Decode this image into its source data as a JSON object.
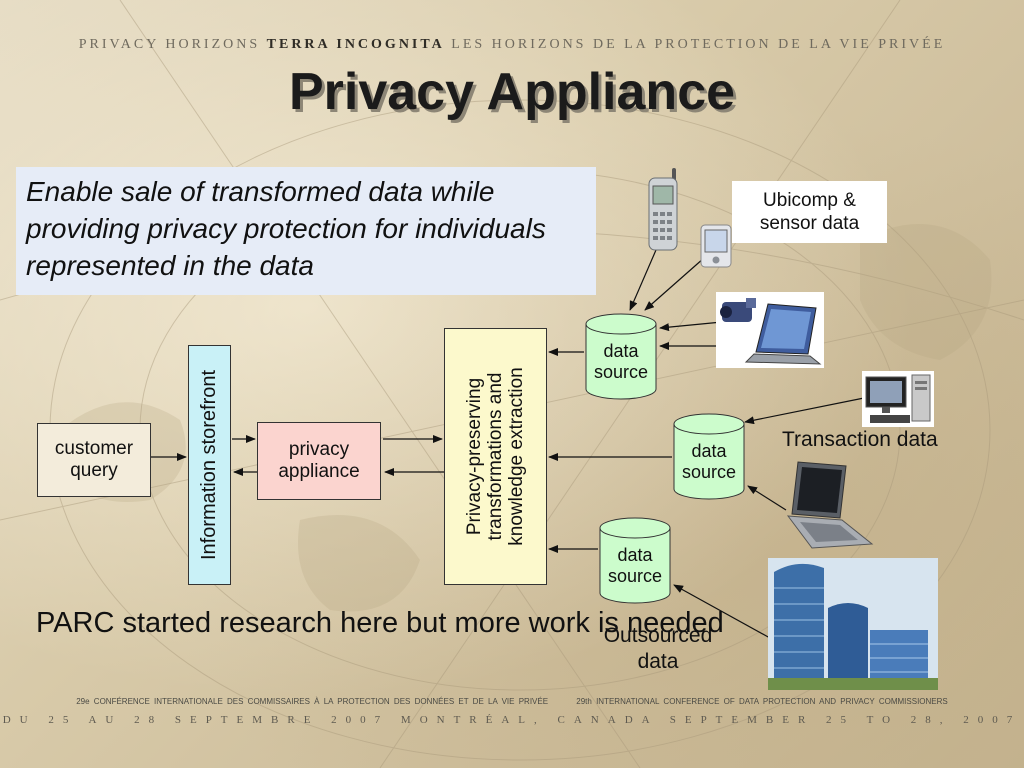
{
  "header": {
    "banner_left": "PRIVACY HORIZONS ",
    "banner_bold": "TERRA INCOGNITA",
    "banner_right": " LES HORIZONS DE LA PROTECTION DE LA VIE PRIVÉE",
    "title": "Privacy Appliance"
  },
  "intro": "Enable sale of transformed data while providing privacy protection for individuals represented in the data",
  "diagram": {
    "customer_query": "customer query",
    "information_storefront": "Information storefront",
    "privacy_appliance": "privacy appliance",
    "transform_line1": "Privacy-preserving",
    "transform_line2": "transformations and",
    "transform_line3": "knowledge extraction",
    "data_source_1": "data source",
    "data_source_2": "data source",
    "data_source_3": "data source",
    "ubicomp_label": "Ubicomp & sensor data",
    "transaction_label": "Transaction data",
    "outsourced_label": "Outsourced data"
  },
  "note": "PARC started research here but more work is needed",
  "footer": {
    "conf_fr": "29e CONFÉRENCE INTERNATIONALE DES COMMISSAIRES À LA PROTECTION DES DONNÉES ET DE LA VIE PRIVÉE",
    "conf_en": "29th INTERNATIONAL CONFERENCE OF DATA PROTECTION AND PRIVACY COMMISSIONERS",
    "dates": "DU 25 AU 28 SEPTEMBRE 2007   MONTRÉAL, CANADA   SEPTEMBER 25 TO 28, 2007"
  },
  "colors": {
    "storefront": "#c9f1f7",
    "appliance": "#fbd4cf",
    "transform": "#fcf9cc",
    "cylinder": "#ccfccc",
    "intro_box": "#e6ecf7"
  },
  "icons": [
    "cell-phone-icon",
    "pda-icon",
    "camcorder-laptop-icon",
    "desktop-computer-icon",
    "laptop-icon",
    "office-buildings-icon"
  ]
}
